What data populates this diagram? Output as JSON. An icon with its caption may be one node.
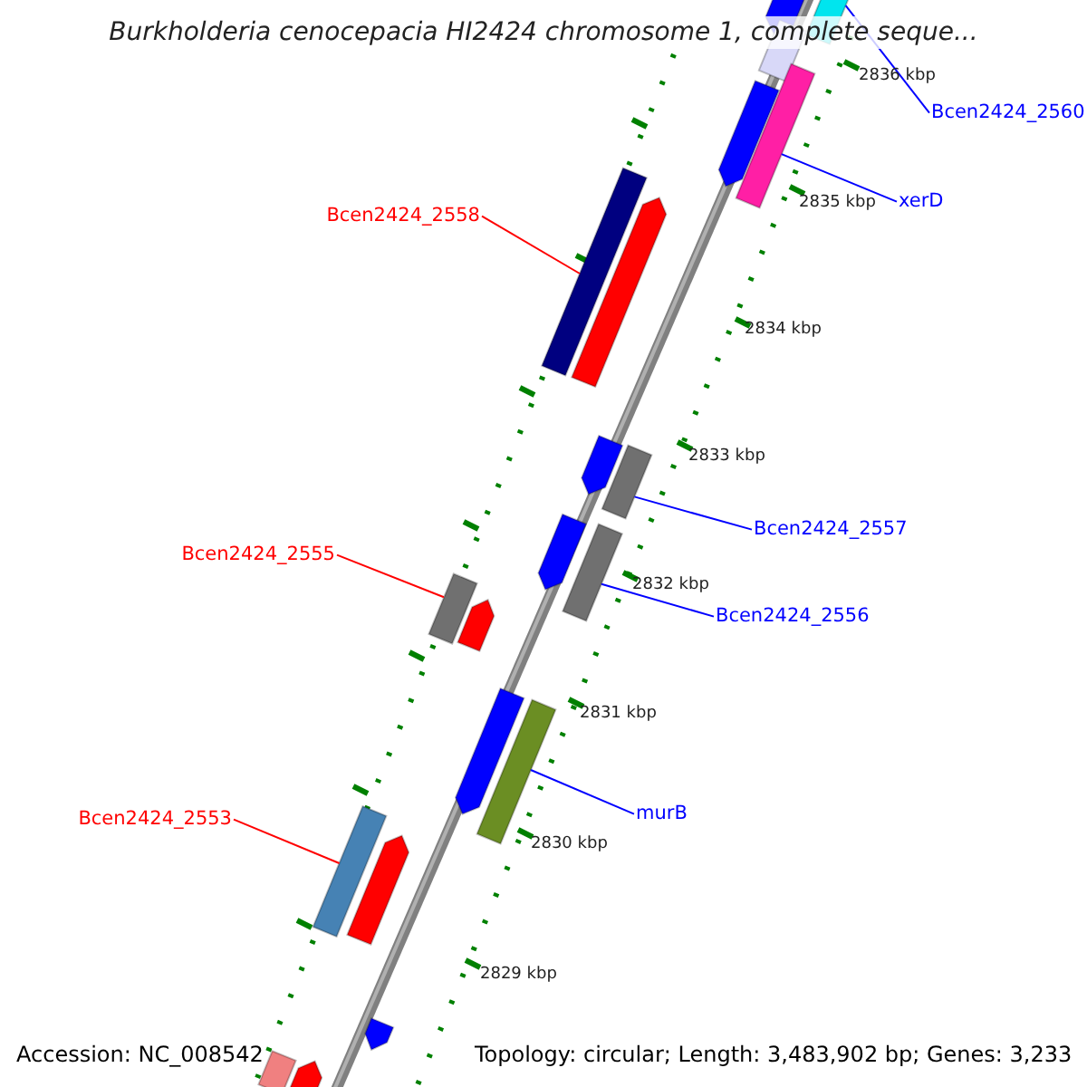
{
  "diagram": {
    "title": "Burkholderia cenocepacia HI2424 chromosome 1, complete seque...",
    "nodes": [
      {
        "text": [
          "Bcen2424_2560"
        ]
      },
      {
        "text": [],
        "shape": "bar"
      },
      {
        "text": [
          "xerD"
        ]
      },
      {
        "text": [],
        "shape": "bar"
      },
      {
        "text": [
          "Bcen2424_2558"
        ]
      },
      {
        "text": [],
        "shape": "bar"
      },
      {
        "text": [
          "Bcen2424_2557"
        ]
      },
      {
        "text": [],
        "shape": "bar"
      },
      {
        "text": [
          "Bcen2424_2555"
        ]
      },
      {
        "text": [],
        "shape": "bar"
      },
      {
        "text": [
          "Bcen2424_2556"
        ]
      },
      {
        "text": [],
        "shape": "bar"
      },
      {
        "text": [
          "murB"
        ]
      },
      {
        "text": [],
        "shape": "bar"
      },
      {
        "text": [
          "Bcen2424_2553"
        ]
      },
      {
        "text": [],
        "shape": "bar"
      }
    ],
    "edges": [
      {
        "from": 0,
        "to": 1,
        "arrow": "none"
      },
      {
        "from": 2,
        "to": 3,
        "arrow": "none"
      },
      {
        "from": 4,
        "to": 5,
        "arrow": "none",
        "color": "#ff0000"
      },
      {
        "from": 6,
        "to": 7,
        "arrow": "none"
      },
      {
        "from": 8,
        "to": 9,
        "arrow": "none",
        "color": "#ff0000"
      },
      {
        "from": 10,
        "to": 11,
        "arrow": "none"
      },
      {
        "from": 12,
        "to": 13,
        "arrow": "none"
      },
      {
        "from": 14,
        "to": 15,
        "arrow": "none",
        "color": "#ff0000"
      }
    ],
    "labels": [
      "2836 kbp",
      "2835 kbp",
      "2834 kbp",
      "2833 kbp",
      "2832 kbp",
      "2831 kbp",
      "2830 kbp",
      "2829 kbp",
      "Accession: NC_008542",
      "Topology: circular; Length: 3,483,902 bp; Genes: 3,233"
    ]
  }
}
